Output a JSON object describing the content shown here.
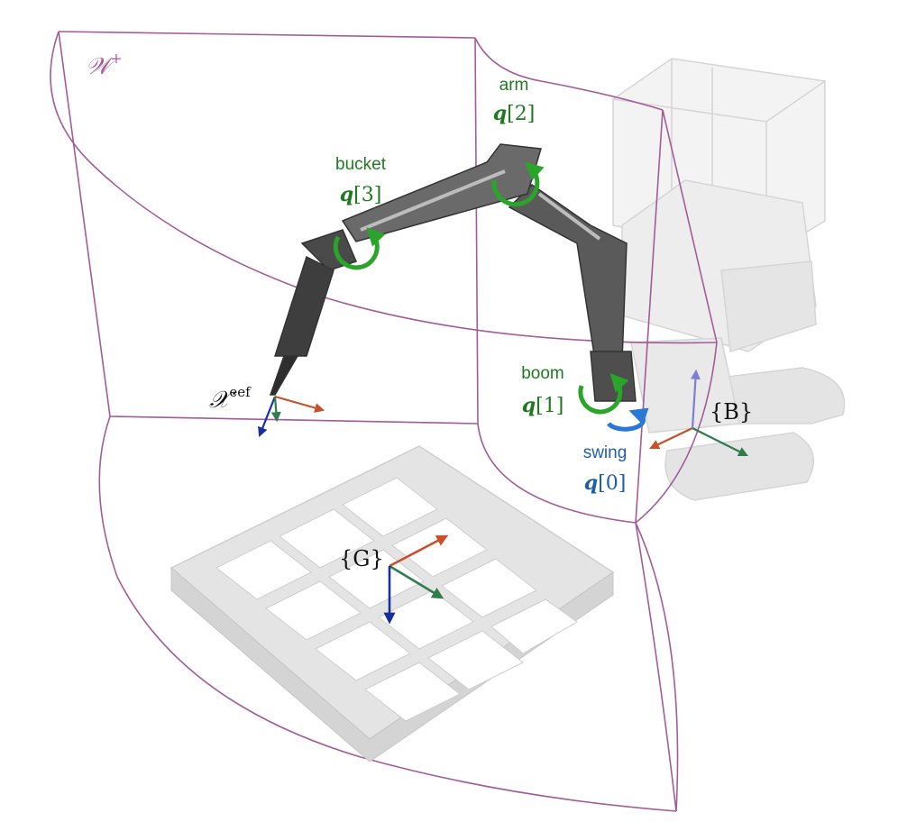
{
  "colors": {
    "workspace_outline": "#a35c9a",
    "joint_green": "#1f7a1f",
    "joint_blue": "#1f5fa8",
    "axis_red": "#c8502a",
    "axis_green": "#2e7d4a",
    "axis_blue": "#1a2f9e",
    "machine_gray": "#d8d8d8",
    "arm_dark": "#4a4a4a"
  },
  "workspace": {
    "symbol": "𝒲",
    "superscript": "+"
  },
  "joints": {
    "arm": {
      "name": "arm",
      "q": "q",
      "index": "[2]"
    },
    "bucket": {
      "name": "bucket",
      "q": "q",
      "index": "[3]"
    },
    "boom": {
      "name": "boom",
      "q": "q",
      "index": "[1]"
    },
    "swing": {
      "name": "swing",
      "q": "q",
      "index": "[0]"
    }
  },
  "frames": {
    "eef": {
      "symbol": "𝒳",
      "superscript": "eef"
    },
    "base": {
      "label": "{B}"
    },
    "goal": {
      "label": "{G}"
    }
  }
}
